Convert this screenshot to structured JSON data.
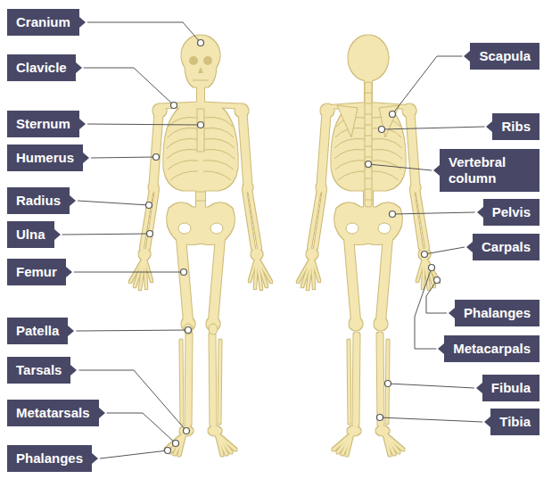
{
  "diagram": {
    "nodes": [
      {
        "text": [
          "Cranium"
        ]
      },
      {
        "text": [
          "Clavicle"
        ]
      },
      {
        "text": [
          "Sternum"
        ]
      },
      {
        "text": [
          "Humerus"
        ]
      },
      {
        "text": [
          "Radius"
        ]
      },
      {
        "text": [
          "Ulna"
        ]
      },
      {
        "text": [
          "Femur"
        ]
      },
      {
        "text": [
          "Patella"
        ]
      },
      {
        "text": [
          "Tarsals"
        ]
      },
      {
        "text": [
          "Metatarsals"
        ]
      },
      {
        "text": [
          "Phalanges"
        ]
      },
      {
        "text": [
          "Scapula"
        ]
      },
      {
        "text": [
          "Ribs"
        ]
      },
      {
        "text": [
          "Vertebral column"
        ]
      },
      {
        "text": [
          "Pelvis"
        ]
      },
      {
        "text": [
          "Carpals"
        ]
      },
      {
        "text": [
          "Phalanges"
        ]
      },
      {
        "text": [
          "Metacarpals"
        ]
      },
      {
        "text": [
          "Fibula"
        ]
      },
      {
        "text": [
          "Tibia"
        ]
      }
    ]
  }
}
